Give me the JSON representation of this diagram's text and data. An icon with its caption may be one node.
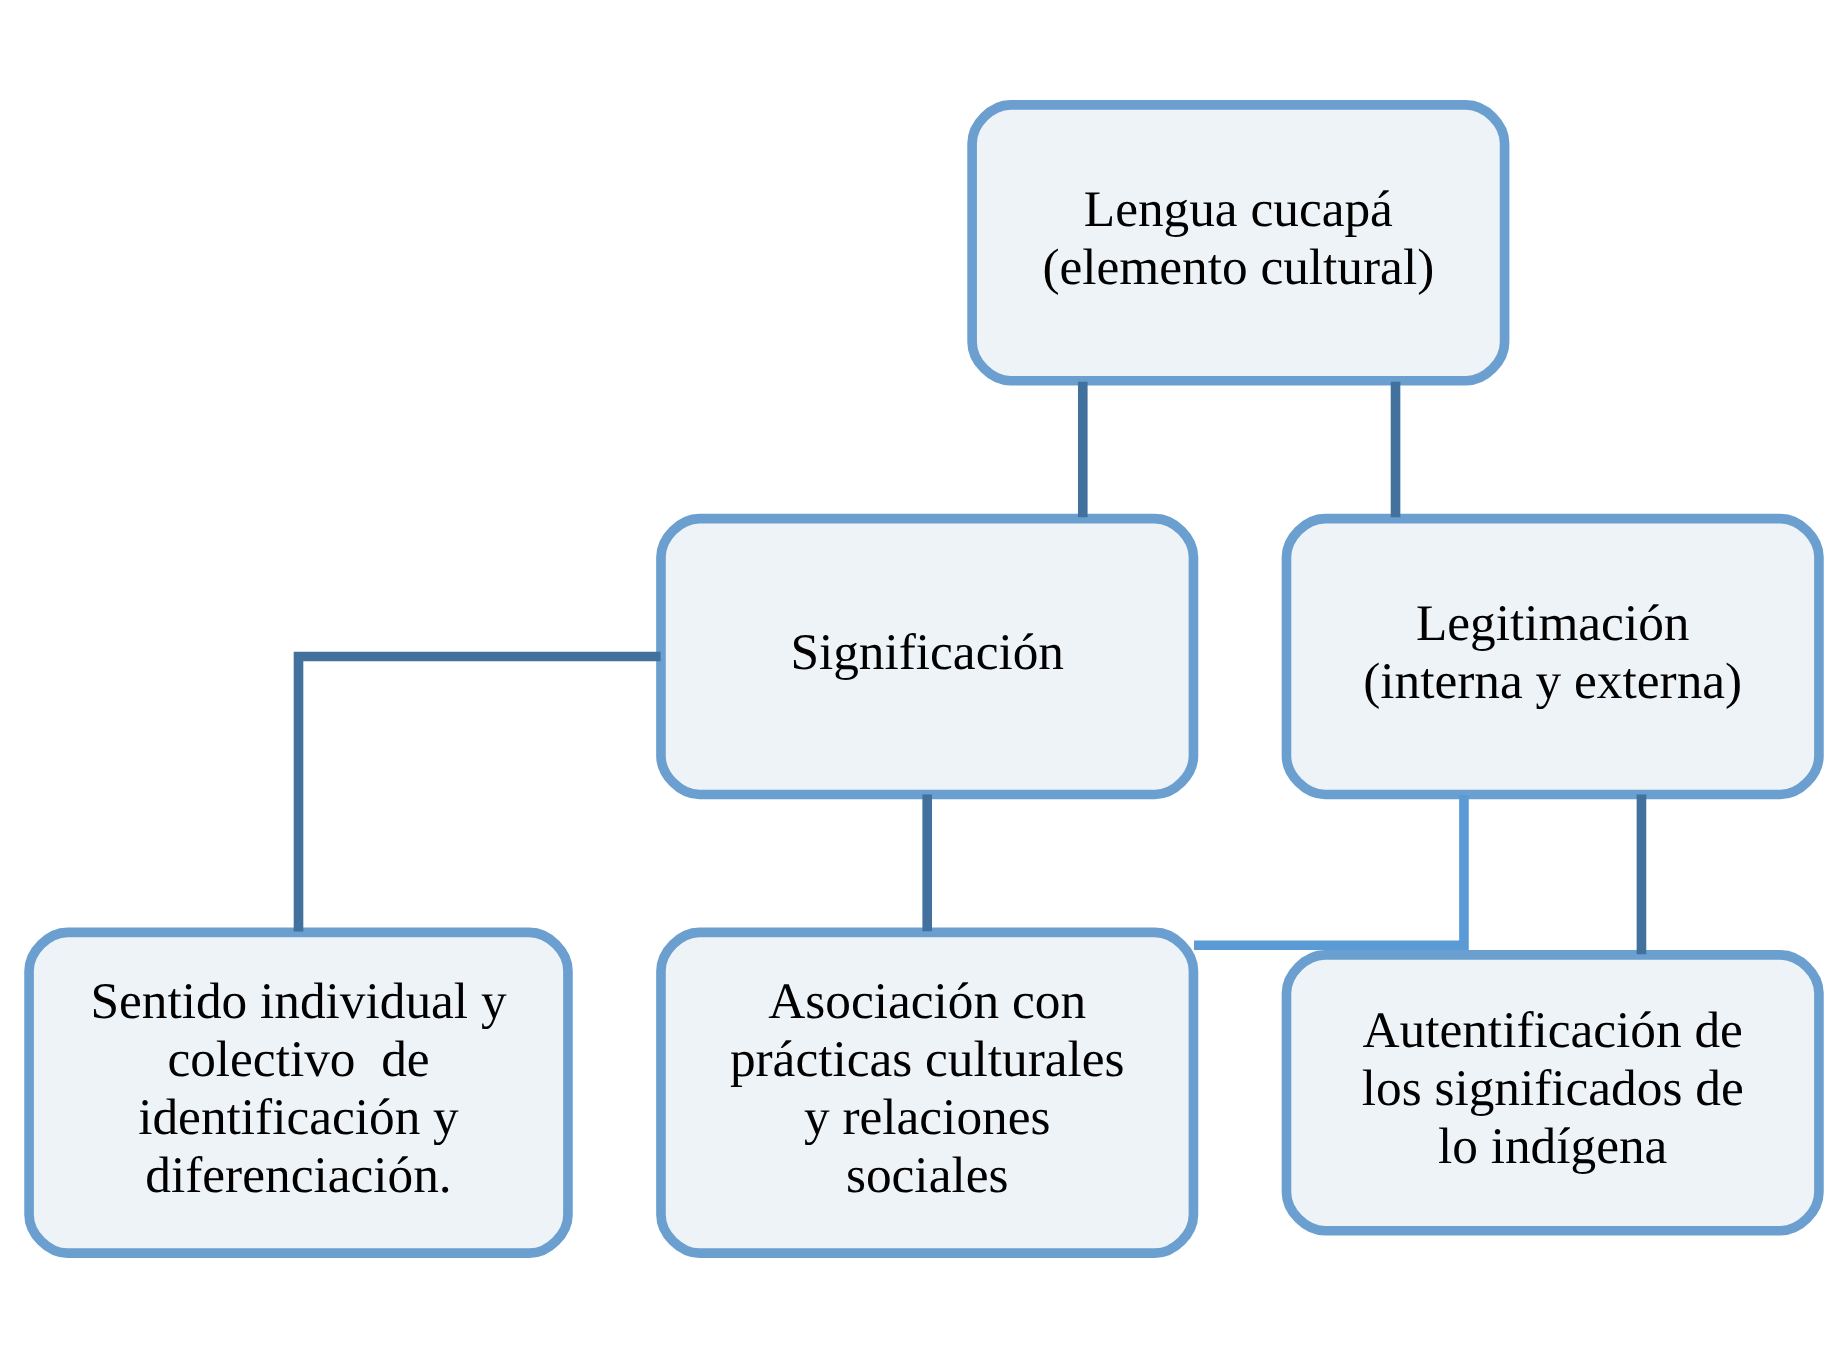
{
  "diagram": {
    "nodes": [
      {
        "text": [
          "Lengua cucapá (elemento cultural)"
        ]
      },
      {
        "text": [
          "Significación"
        ]
      },
      {
        "text": [
          "Legitimación (interna y externa)"
        ]
      },
      {
        "text": [
          "Sentido individual y colectivo  de identificación y diferenciación."
        ]
      },
      {
        "text": [
          "Asociación con prácticas culturales y relaciones sociales"
        ]
      },
      {
        "text": [
          "Autentificación de los significados de lo indígena"
        ]
      }
    ],
    "edges": [
      {
        "from": 0,
        "to": 1,
        "arrow": "none"
      },
      {
        "from": 0,
        "to": 2,
        "arrow": "none"
      },
      {
        "from": 1,
        "to": 3,
        "arrow": "none"
      },
      {
        "from": 1,
        "to": 4,
        "arrow": "none"
      },
      {
        "from": 2,
        "to": 5,
        "arrow": "none"
      },
      {
        "from": 2,
        "to": 4,
        "arrow": "none",
        "color": "#5b9bd5"
      }
    ]
  }
}
